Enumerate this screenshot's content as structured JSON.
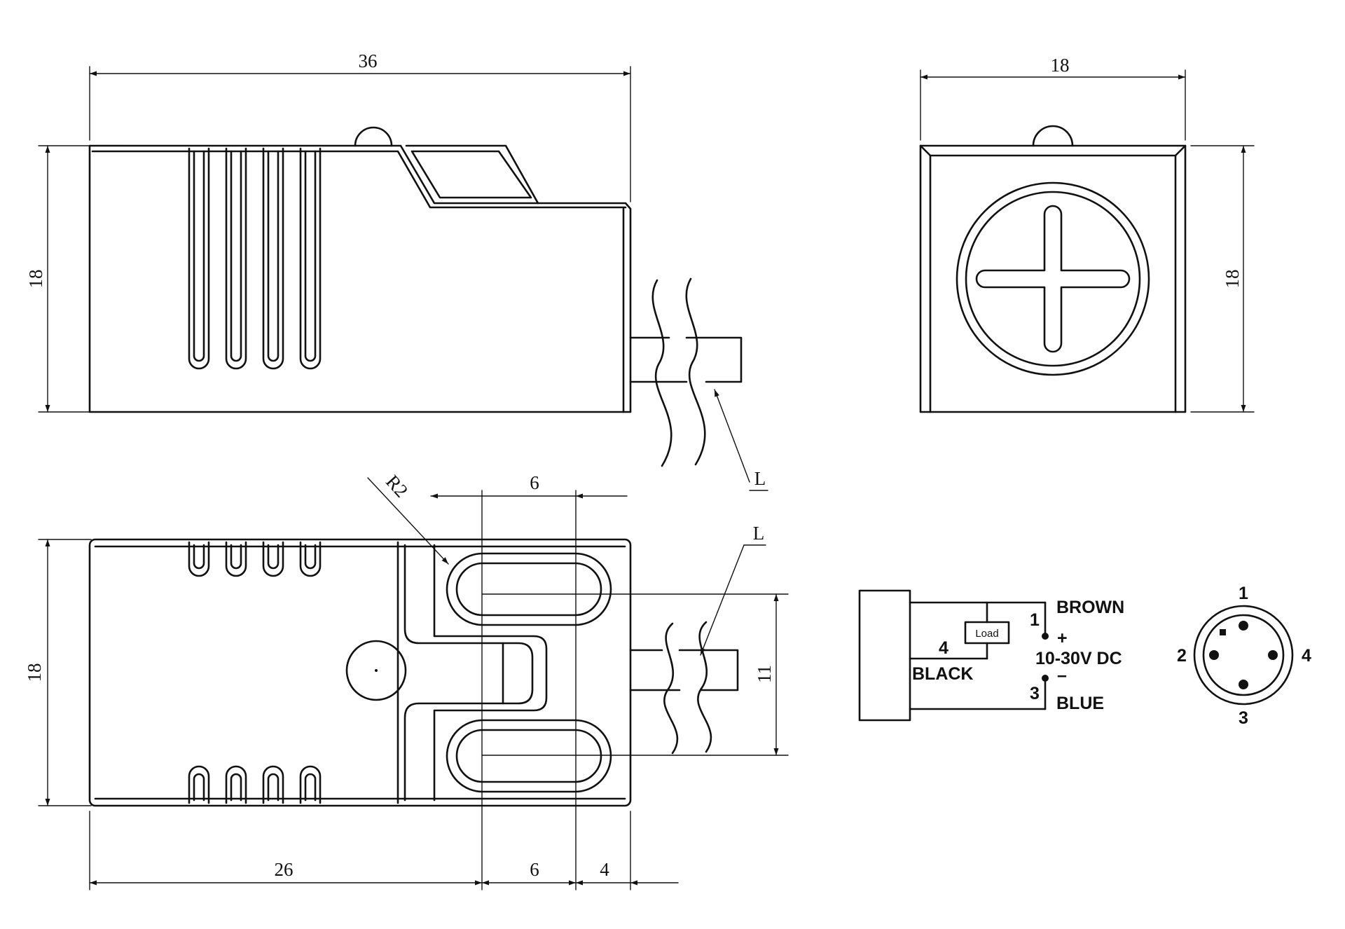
{
  "dimensions": {
    "top_width": "36",
    "top_height": "18",
    "end_width": "18",
    "end_height": "18",
    "bottom_height": "18",
    "slot_spacing": "11",
    "slot_length": "6",
    "radius": "R2",
    "bottom_len_26": "26",
    "bottom_len_6": "6",
    "bottom_len_4": "4",
    "cable_top": "L",
    "cable_bottom": "L"
  },
  "wiring": {
    "pin_brown": "1",
    "brown": "BROWN",
    "plus": "+",
    "voltage": "10-30V DC",
    "minus": "–",
    "pin_blue": "3",
    "blue": "BLUE",
    "pin_black": "4",
    "black": "BLACK",
    "load": "Load"
  },
  "connector": {
    "pin1": "1",
    "pin2": "2",
    "pin3": "3",
    "pin4": "4"
  }
}
